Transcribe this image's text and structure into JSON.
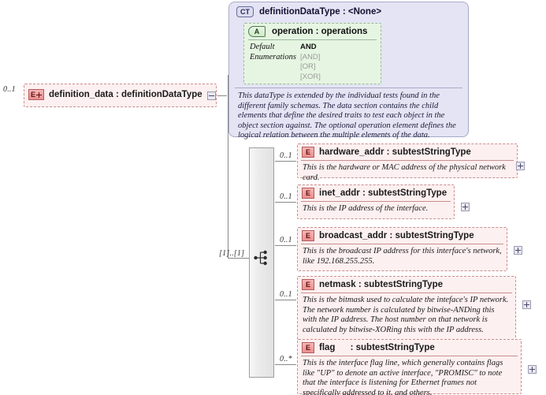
{
  "diagram": {
    "title": "XSD schema diagram: definition_data : definitionDataType",
    "colors": {
      "element_fill": "#fdf0f0",
      "element_border": "#c98f8f",
      "complextype_fill": "#e4e4f4",
      "complextype_border": "#a9a9c8",
      "attribute_fill": "#e6f5e2",
      "attribute_border": "#9ab79a",
      "connector_line": "#888888",
      "sequence_bar": "#ebebeb"
    }
  },
  "root_element": {
    "cardinality": "0..1",
    "icon": "element-plus-icon",
    "icon_letter": "E",
    "name": "definition_data",
    "separator": " : ",
    "type": "definitionDataType",
    "title": "definition_data : definitionDataType",
    "toggle": "minus"
  },
  "complex_type": {
    "icon": "complextype-icon",
    "icon_letter": "CT",
    "name": "definitionDataType",
    "separator": " : ",
    "type": "<None>",
    "title": "definitionDataType : <None>",
    "description": "This dataType is extended by the individual tests found in the different family schemas.  The data section contains the child elements that define the desired traits to test each object in the object section against.  The optional operation element defines the logical relation between the multiple elements of the data.",
    "attribute": {
      "icon": "attribute-icon",
      "icon_letter": "A",
      "name": "operation",
      "separator": " : ",
      "type": "operations",
      "title": "operation : operations",
      "rows": [
        {
          "key": "Default",
          "value": "AND",
          "style": "default"
        },
        {
          "key": "Enumerations",
          "value": "[AND]",
          "style": "enum"
        },
        {
          "key": "",
          "value": "[OR]",
          "style": "enum"
        },
        {
          "key": "",
          "value": "[XOR]",
          "style": "enum"
        }
      ]
    }
  },
  "sequence": {
    "icon": "sequence-icon",
    "cardinality": "[1]..[1]"
  },
  "children": [
    {
      "cardinality": "0..1",
      "icon": "element-icon",
      "icon_letter": "E",
      "name": "hardware_addr",
      "separator": " : ",
      "type": "subtestStringType",
      "title": "hardware_addr : subtestStringType",
      "description": "This is the hardware or MAC address of the physical network card.",
      "toggle": "plus"
    },
    {
      "cardinality": "0..1",
      "icon": "element-icon",
      "icon_letter": "E",
      "name": "inet_addr",
      "separator": " : ",
      "type": "subtestStringType",
      "title": "inet_addr : subtestStringType",
      "description": "This is the IP address of the interface.",
      "toggle": "plus"
    },
    {
      "cardinality": "0..1",
      "icon": "element-icon",
      "icon_letter": "E",
      "name": "broadcast_addr",
      "separator": " : ",
      "type": "subtestStringType",
      "title": "broadcast_addr : subtestStringType",
      "description": "This is the broadcast IP address for this interface's network, like 192.168.255.255.",
      "toggle": "plus"
    },
    {
      "cardinality": "0..1",
      "icon": "element-icon",
      "icon_letter": "E",
      "name": "netmask",
      "separator": " : ",
      "type": "subtestStringType",
      "title": "netmask : subtestStringType",
      "description": "This is the bitmask used to calculate the inteface's IP network.  The network number is calculated by bitwise-ANDing this with the IP address. The host number on that network is calculated by bitwise-XORing this with the IP address.",
      "toggle": "plus"
    },
    {
      "cardinality": "0..*",
      "icon": "element-icon",
      "icon_letter": "E",
      "name": "flag",
      "separator": "     : ",
      "type": "subtestStringType",
      "title": "flag      : subtestStringType",
      "description": "This is the interface flag line, which generally contains flags like \"UP\" to denote an active interface, \"PROMISC\" to note that the interface is listening for Ethernet frames not specifically addressed to it, and others.",
      "toggle": "plus"
    }
  ]
}
